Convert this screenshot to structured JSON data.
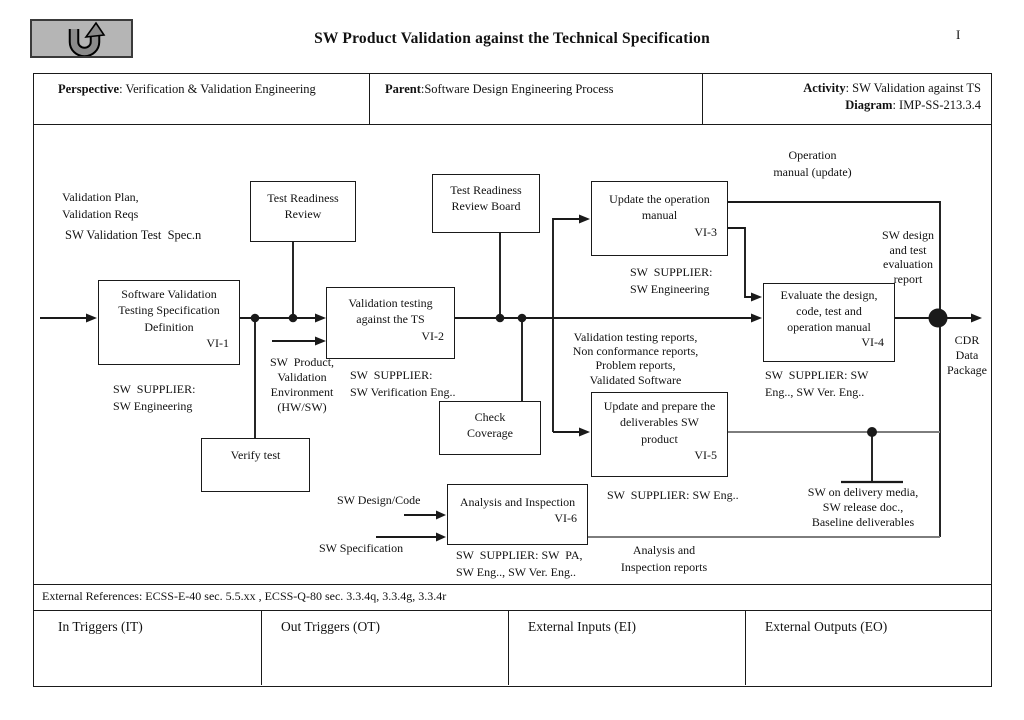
{
  "header": {
    "title": "SW Product Validation against the Technical Specification",
    "page_marker": "I",
    "back_icon": "u-turn-arrow"
  },
  "info_bar": {
    "perspective_label": "Perspective",
    "perspective_value": ": Verification & Validation Engineering",
    "parent_label": "Parent",
    "parent_value": ":Software Design Engineering Process",
    "activity_label": "Activity",
    "activity_value": ": SW Validation against TS",
    "diagram_label": "Diagram",
    "diagram_value": ": IMP-SS-213.3.4"
  },
  "diagram": {
    "boxes": {
      "vi1": {
        "text": "Software Validation\nTesting Specification\nDefinition",
        "code": "VI-1"
      },
      "trr": {
        "text": "Test Readiness\nReview",
        "code": ""
      },
      "vi2": {
        "text": "Validation testing\nagainst the TS",
        "code": "VI-2"
      },
      "trrb": {
        "text": "Test Readiness\nReview Board",
        "code": ""
      },
      "vi3": {
        "text": "Update the operation\nmanual",
        "code": "VI-3"
      },
      "vi4": {
        "text": "Evaluate the design,\ncode, test and\noperation manual",
        "code": "VI-4"
      },
      "check_coverage": {
        "text": "Check\nCoverage",
        "code": ""
      },
      "vi5": {
        "text": "Update and prepare the\ndeliverables SW\nproduct",
        "code": "VI-5"
      },
      "verify_test": {
        "text": "Verify test",
        "code": ""
      },
      "vi6": {
        "text": "Analysis and Inspection",
        "code": "VI-6"
      }
    },
    "labels": {
      "validation_plan": "Validation Plan,\nValidation Reqs",
      "sw_validation_test_spec": "SW Validation Test  Spec.n",
      "supplier_vi1": "SW  SUPPLIER:\nSW Engineering",
      "sw_product": "SW  Product,\nValidation\nEnvironment\n(HW/SW)",
      "supplier_vi2": "SW  SUPPLIER:\nSW Verification Eng..",
      "supplier_vi3": "SW  SUPPLIER:\nSW Engineering",
      "validation_reports": "Validation testing reports,\nNon conformance reports,\nProblem reports,\nValidated Software",
      "operation_manual": "Operation\nmanual (update)",
      "sw_design_report": "SW design\nand test\nevaluation\nreport",
      "cdr_data_package": "CDR\nData\nPackage",
      "supplier_vi4": "SW  SUPPLIER: SW\nEng.., SW Ver. Eng..",
      "supplier_vi5": "SW  SUPPLIER: SW Eng..",
      "delivery_media": "SW on delivery media,\nSW release doc.,\nBaseline deliverables",
      "sw_design_code": "SW Design/Code",
      "sw_specification": "SW Specification",
      "supplier_vi6": "SW  SUPPLIER: SW  PA,\nSW Eng.., SW Ver. Eng..",
      "analysis_reports": "Analysis and\nInspection reports"
    },
    "external_references": "External References: ECSS-E-40 sec. 5.5.xx , ECSS-Q-80 sec. 3.3.4q, 3.3.4g, 3.3.4r"
  },
  "footer": {
    "cells": [
      "In Triggers (IT)",
      "Out Triggers (OT)",
      "External Inputs (EI)",
      "External Outputs (EO)"
    ]
  },
  "colors": {
    "line": "#1a1a1a",
    "gray_line": "#7d7d7d",
    "button_bg": "#b5b5b5"
  }
}
